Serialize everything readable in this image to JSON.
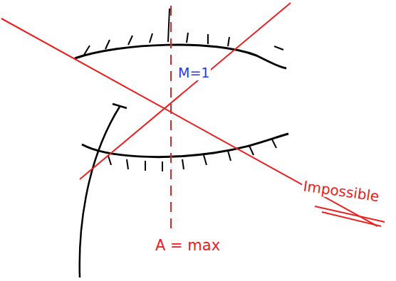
{
  "diagram": {
    "labels": [
      "M=1",
      "A = max",
      "Impossible"
    ]
  }
}
